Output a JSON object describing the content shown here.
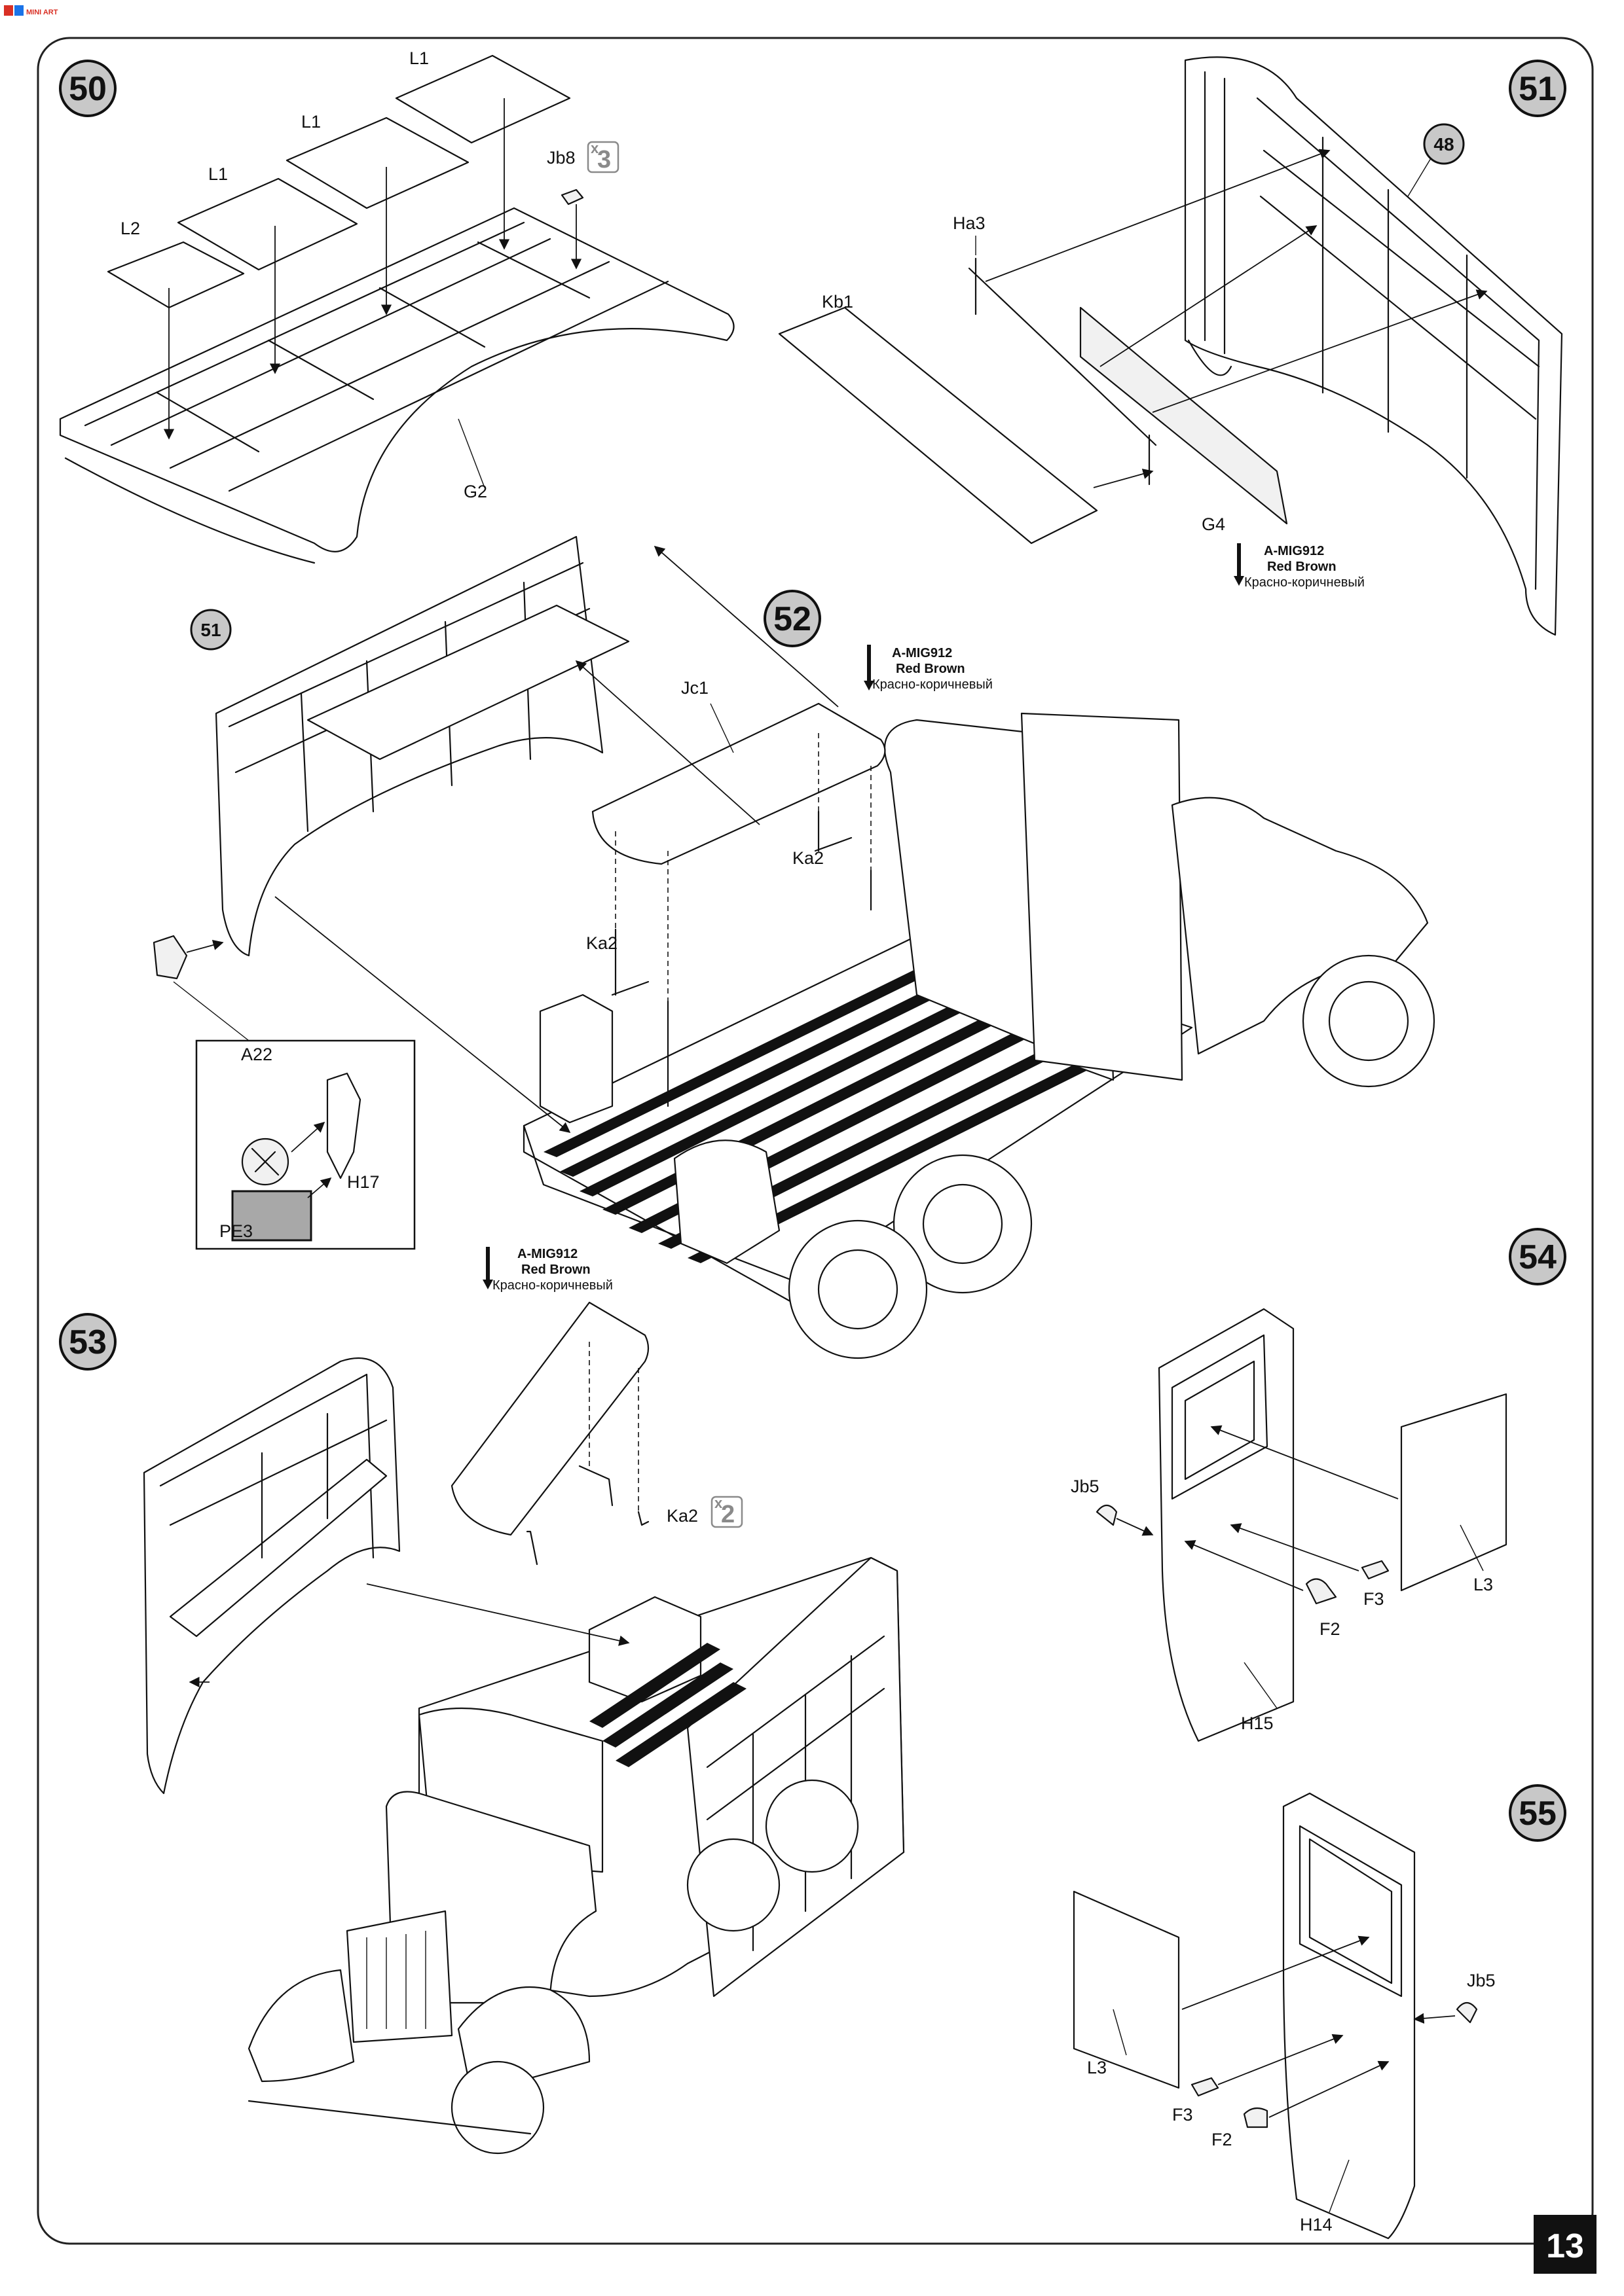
{
  "page_number": "13",
  "header_logo_text": "MINI ART",
  "steps": [
    {
      "number": "50"
    },
    {
      "number": "51"
    },
    {
      "number": "52"
    },
    {
      "number": "53"
    },
    {
      "number": "54"
    },
    {
      "number": "55"
    }
  ],
  "ref_badges": {
    "b48": "48",
    "b51": "51"
  },
  "parts": {
    "s50": {
      "l1a": "L1",
      "l1b": "L1",
      "l1c": "L1",
      "l2": "L2",
      "jb8": "Jb8",
      "jb8_qty": "3",
      "g2": "G2"
    },
    "s51": {
      "ha3": "Ha3",
      "kb1": "Kb1",
      "g4": "G4"
    },
    "s52": {
      "jc1": "Jc1",
      "ka2a": "Ka2",
      "ka2b": "Ka2",
      "a22": "A22",
      "h17": "H17",
      "pe3": "PE3"
    },
    "s53": {
      "ka2": "Ka2",
      "ka2_qty": "2"
    },
    "s54": {
      "jb5": "Jb5",
      "f2": "F2",
      "f3": "F3",
      "l3": "L3",
      "h15": "H15"
    },
    "s55": {
      "jb5": "Jb5",
      "f3": "F3",
      "f2": "F2",
      "l3": "L3",
      "h14": "H14"
    }
  },
  "paint": {
    "code": "A-MIG912",
    "name_en": "Red Brown",
    "name_ru": "Красно-коричневый"
  },
  "qty_prefix": "x"
}
